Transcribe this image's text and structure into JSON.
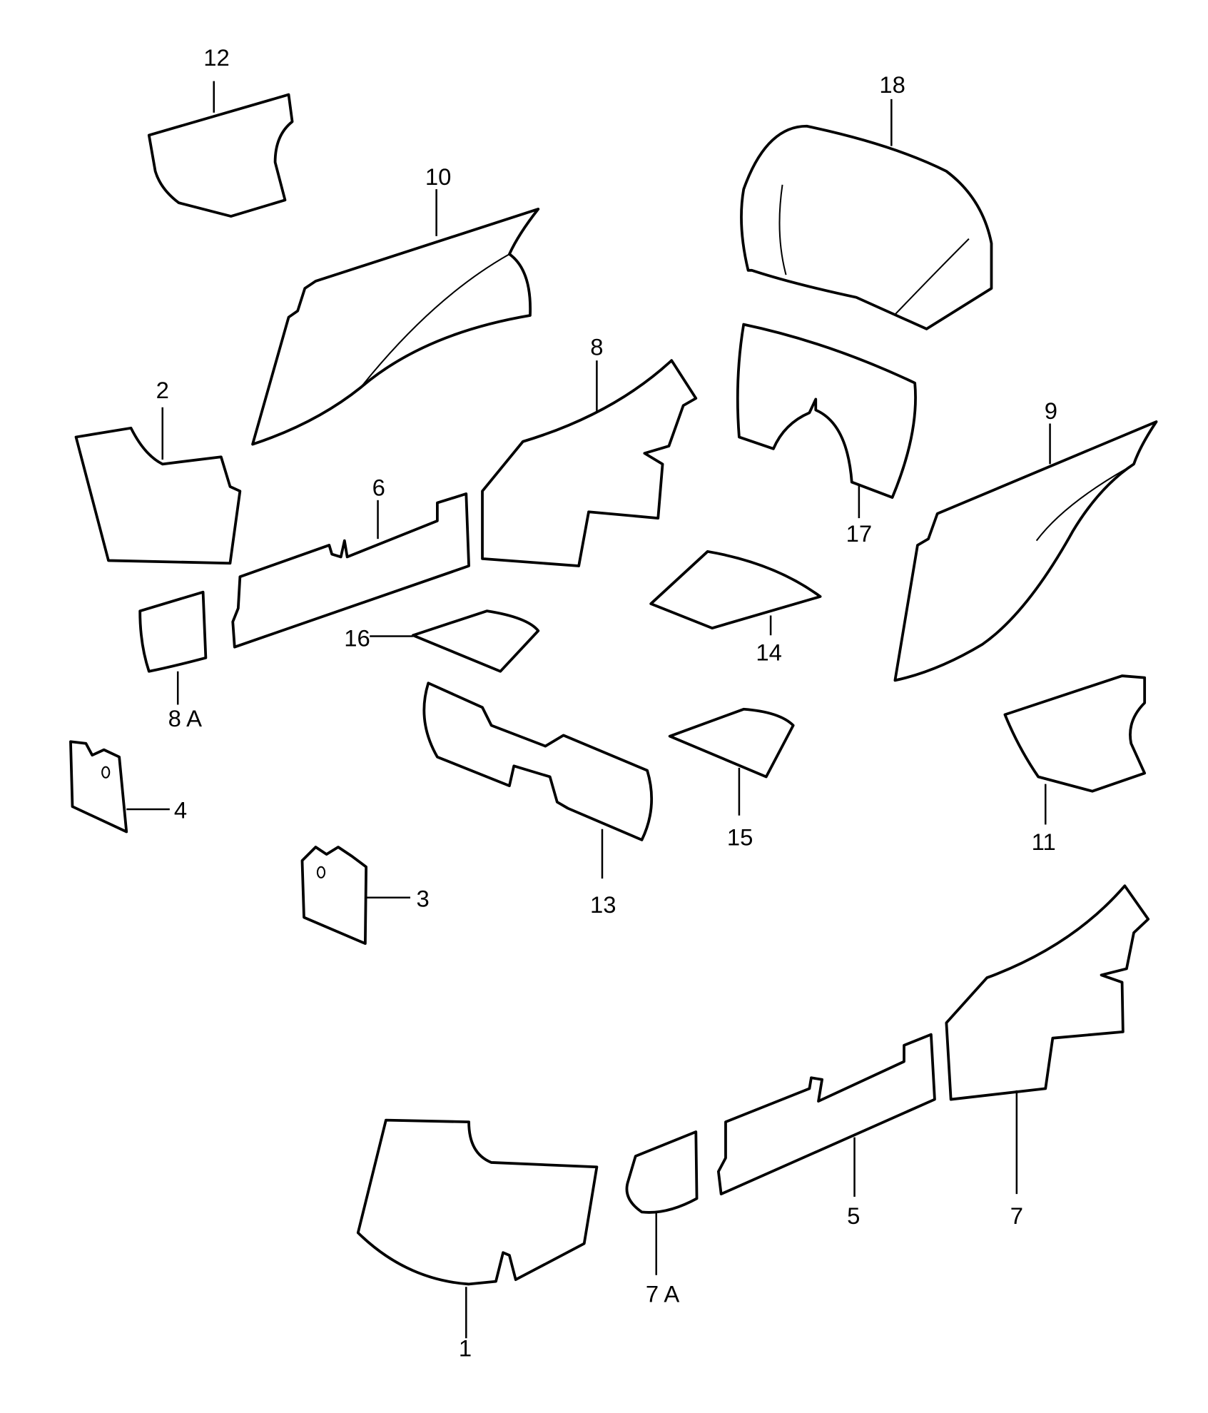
{
  "diagram": {
    "type": "exploded parts diagram",
    "line_color": "#000000",
    "background": "#ffffff",
    "parts": [
      {
        "id": "p1",
        "label": "1"
      },
      {
        "id": "p2",
        "label": "2"
      },
      {
        "id": "p3",
        "label": "3"
      },
      {
        "id": "p4",
        "label": "4"
      },
      {
        "id": "p5",
        "label": "5"
      },
      {
        "id": "p6",
        "label": "6"
      },
      {
        "id": "p7",
        "label": "7"
      },
      {
        "id": "p7a",
        "label": "7 A"
      },
      {
        "id": "p8",
        "label": "8"
      },
      {
        "id": "p8a",
        "label": "8 A"
      },
      {
        "id": "p9",
        "label": "9"
      },
      {
        "id": "p10",
        "label": "10"
      },
      {
        "id": "p11",
        "label": "11"
      },
      {
        "id": "p12",
        "label": "12"
      },
      {
        "id": "p13",
        "label": "13"
      },
      {
        "id": "p14",
        "label": "14"
      },
      {
        "id": "p15",
        "label": "15"
      },
      {
        "id": "p16",
        "label": "16"
      },
      {
        "id": "p17",
        "label": "17"
      },
      {
        "id": "p18",
        "label": "18"
      }
    ]
  }
}
